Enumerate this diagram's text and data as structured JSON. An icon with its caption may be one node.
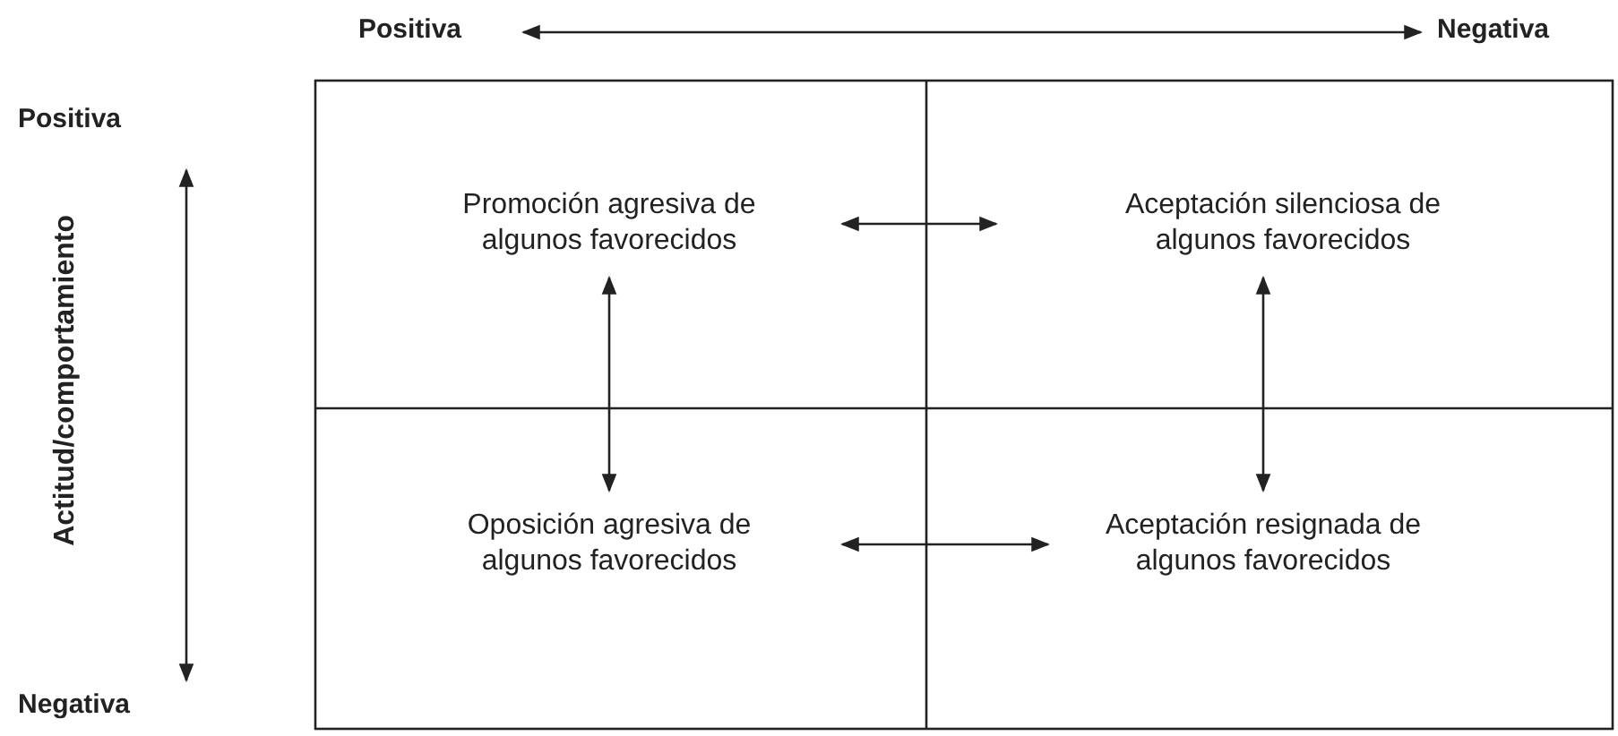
{
  "diagram": {
    "nodes": [
      {
        "text": [
          "Promoción agresiva de algunos favorecidos"
        ]
      },
      {
        "text": [
          "Aceptación silenciosa de algunos favorecidos"
        ]
      },
      {
        "text": [
          "Oposición agresiva de algunos favorecidos"
        ]
      },
      {
        "text": [
          "Aceptación resignada de algunos favorecidos"
        ]
      }
    ],
    "edges": [
      {
        "from": 0,
        "to": 1,
        "arrow": "both"
      },
      {
        "from": 0,
        "to": 2,
        "arrow": "both"
      },
      {
        "from": 1,
        "to": 3,
        "arrow": "both"
      },
      {
        "from": 2,
        "to": 3,
        "arrow": "both"
      }
    ],
    "labels": [
      "Positiva",
      "Negativa",
      "Positiva",
      "Actitud/comportamiento",
      "Negativa"
    ]
  }
}
